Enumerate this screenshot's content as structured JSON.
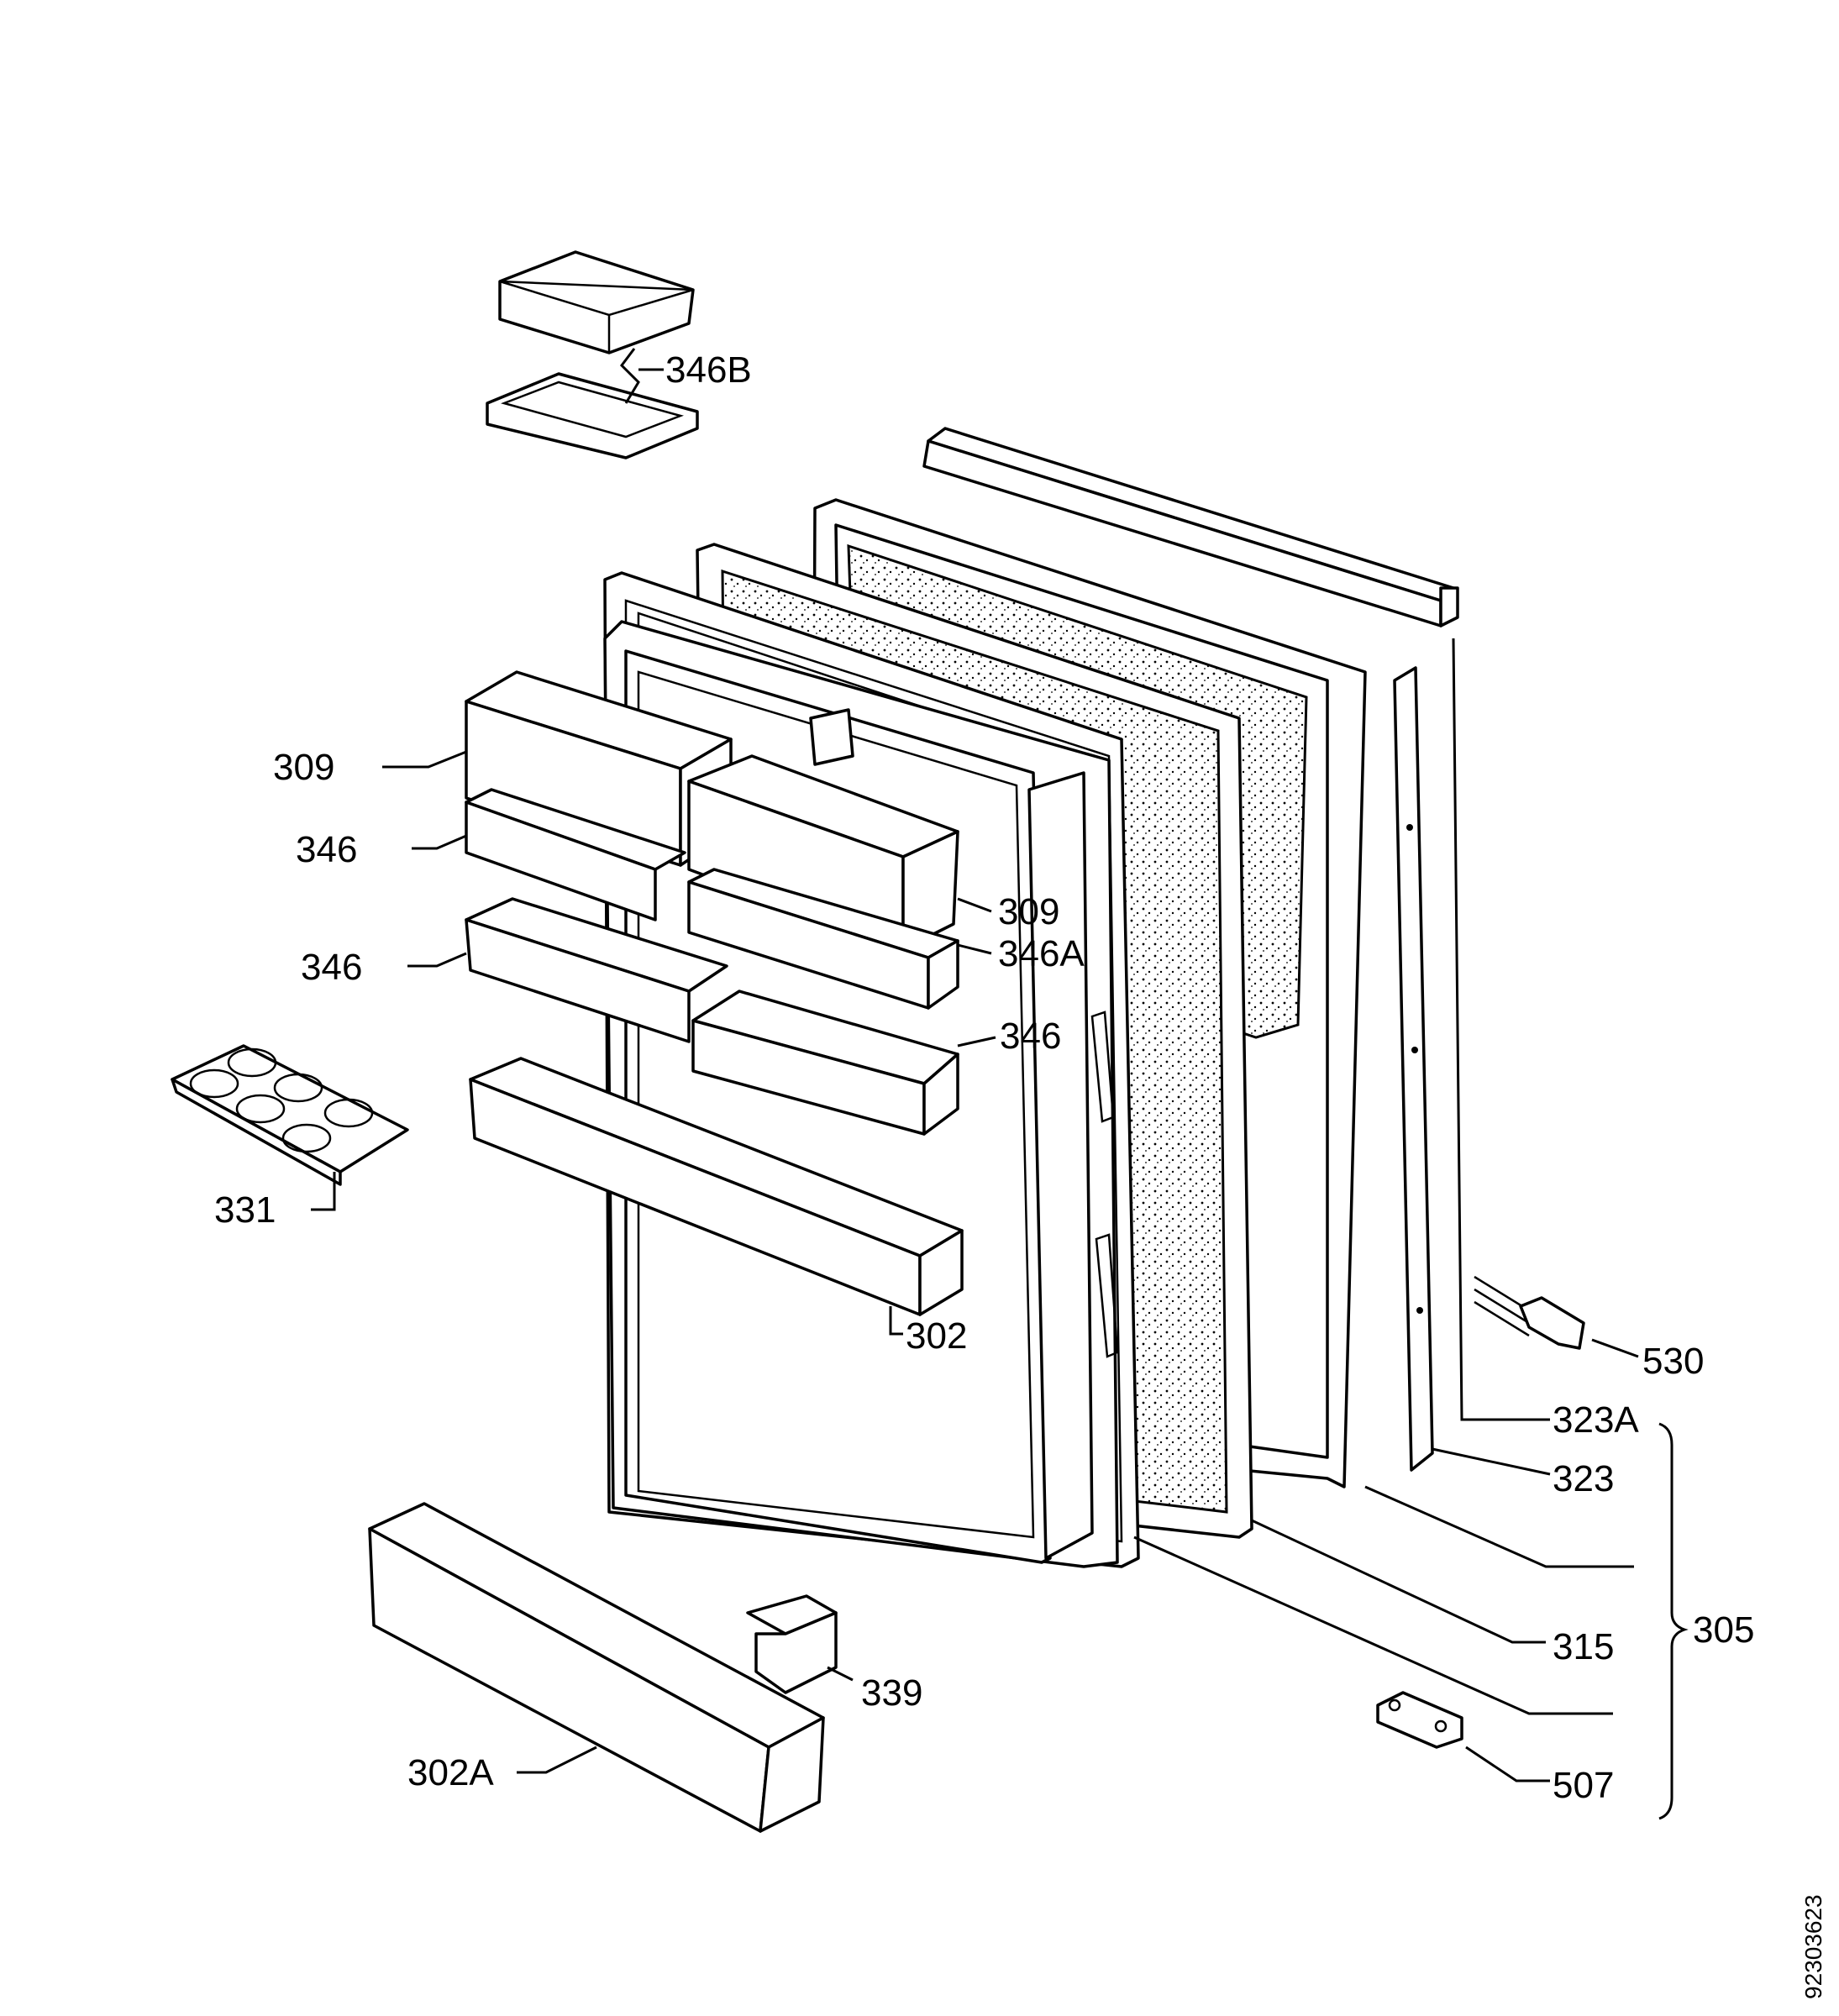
{
  "callouts": {
    "c346B": "346B",
    "c309a": "309",
    "c346a": "346",
    "c309b": "309",
    "c346A": "346A",
    "c346b": "346",
    "c346c": "346",
    "c331": "331",
    "c302": "302",
    "c530": "530",
    "c323A": "323A",
    "c323": "323",
    "c305": "305",
    "c315": "315",
    "c339": "339",
    "c507": "507",
    "c302A": "302A"
  },
  "drawing_number": "92303623",
  "colors": {
    "ink": "#000000",
    "paper": "#ffffff"
  }
}
